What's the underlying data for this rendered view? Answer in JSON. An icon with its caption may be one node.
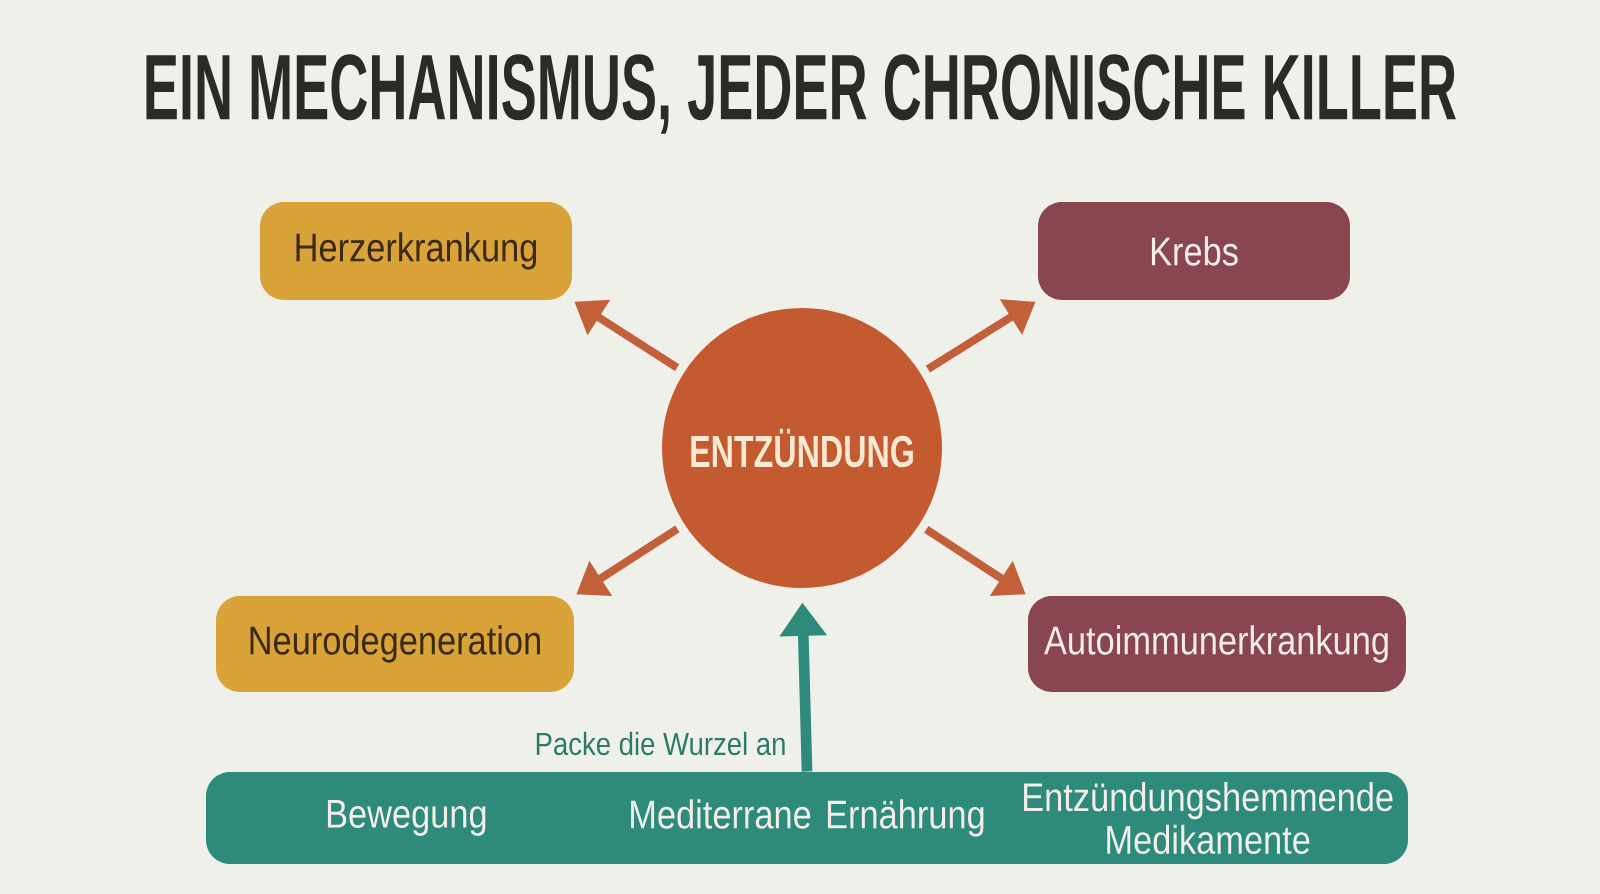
{
  "diagram": {
    "title": "EIN MECHANISMUS, JEDER CHRONISCHE KILLER",
    "nodes": [
      {
        "text": [
          "Herzerkrankung"
        ]
      },
      {
        "text": [
          "Krebs"
        ]
      },
      {
        "text": [
          "ENTZÜNDUNG"
        ]
      },
      {
        "text": [
          "Neurodegeneration"
        ]
      },
      {
        "text": [
          "Autoimmunerkrankung"
        ]
      },
      {
        "text": [
          "Bewegung",
          "Mediterrane Ernährung",
          "Entzündungshemmende Medikamente"
        ]
      }
    ],
    "edges": [
      {
        "from": 2,
        "to": 0,
        "arrow": "to"
      },
      {
        "from": 2,
        "to": 1,
        "arrow": "to"
      },
      {
        "from": 2,
        "to": 3,
        "arrow": "to"
      },
      {
        "from": 2,
        "to": 4,
        "arrow": "to"
      },
      {
        "from": 5,
        "to": 2,
        "arrow": "to",
        "label": "Packe die Wurzel an",
        "color": "#2e8a7b"
      }
    ]
  }
}
